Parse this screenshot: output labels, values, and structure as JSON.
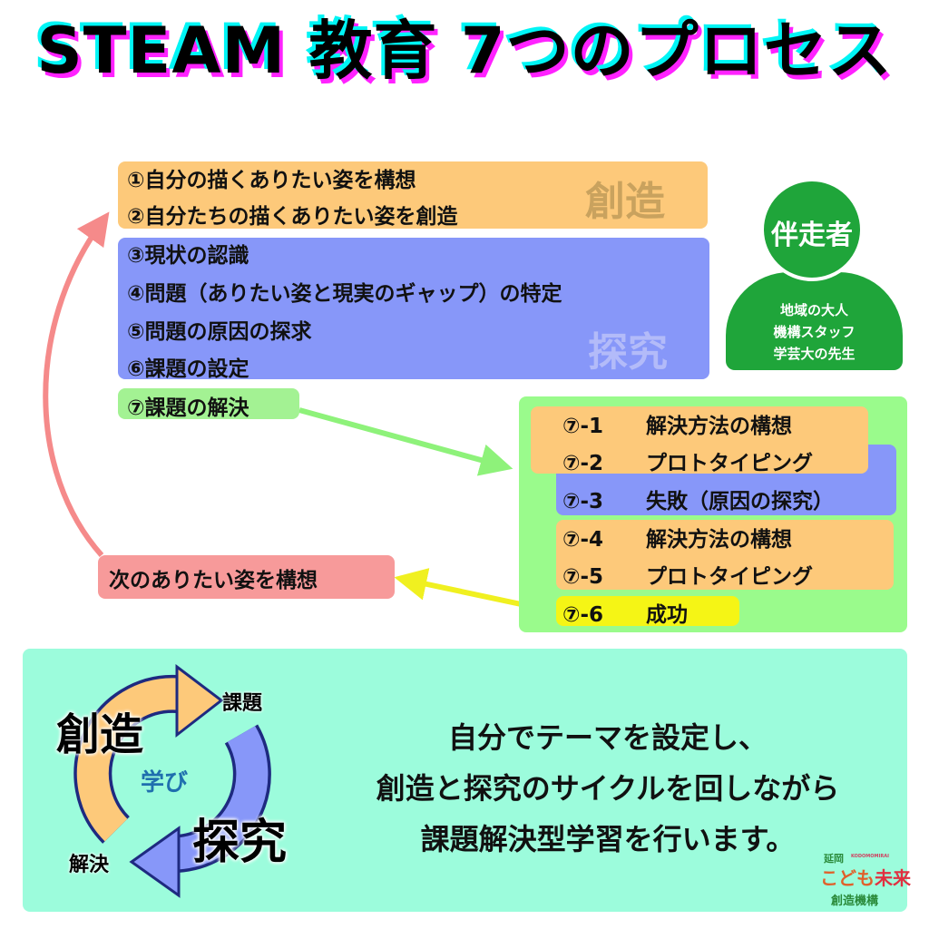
{
  "title": "STEAM 教育 7つのプロセス",
  "create_block": {
    "lines": [
      "①自分の描くありたい姿を構想",
      "②自分たちの描くありたい姿を創造"
    ],
    "watermark": "創造"
  },
  "explore_block": {
    "lines": [
      "③現状の認識",
      "④問題（ありたい姿と現実のギャップ）の特定",
      "⑤問題の原因の探求",
      "⑥課題の設定"
    ],
    "watermark": "探究"
  },
  "solve_label": "⑦課題の解決",
  "companion": {
    "title": "伴走者",
    "members": [
      "地域の大人",
      "機構スタッフ",
      "学芸大の先生"
    ]
  },
  "solve_steps": [
    {
      "num": "⑦-1",
      "label": "解決方法の構想"
    },
    {
      "num": "⑦-2",
      "label": "プロトタイピング"
    },
    {
      "num": "⑦-3",
      "label": "失敗（原因の探究）"
    },
    {
      "num": "⑦-4",
      "label": "解決方法の構想"
    },
    {
      "num": "⑦-5",
      "label": "プロトタイピング"
    },
    {
      "num": "⑦-6",
      "label": "成功"
    }
  ],
  "next_label": "次のありたい姿を構想",
  "cycle": {
    "create": "創造",
    "task": "課題",
    "learn": "学び",
    "explore": "探究",
    "solve": "解決"
  },
  "summary": [
    "自分でテーマを設定し、",
    "創造と探究のサイクルを回しながら",
    "課題解決型学習を行います。"
  ],
  "logo": {
    "top": "延岡",
    "sub": "KODOMOMIRAI",
    "main1": "こども",
    "main2": "未来",
    "bottom": "創造機構"
  },
  "colors": {
    "orange": "#fdc97a",
    "blue": "#8797f9",
    "green": "#1fa53a",
    "panel": "#9afb8c",
    "bottom": "#9cfcdc"
  }
}
